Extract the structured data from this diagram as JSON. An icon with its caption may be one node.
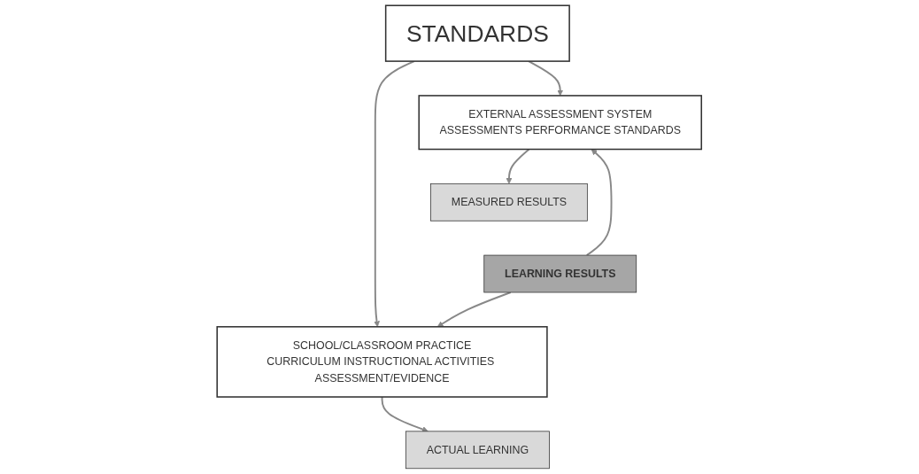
{
  "diagram": {
    "nodes": [
      {
        "text": [
          "STANDARDS"
        ]
      },
      {
        "text": [
          "EXTERNAL ASSESSMENT SYSTEM",
          "ASSESSMENTS PERFORMANCE STANDARDS"
        ]
      },
      {
        "text": [
          "SCHOOL/CLASSROOM PRACTICE",
          "CURRICULUM INSTRUCTIONAL ACTIVITIES ASSESSMENT/EVIDENCE"
        ]
      },
      {
        "text": [
          "MEASURED RESULTS"
        ]
      },
      {
        "text": [
          "LEARNING RESULTS"
        ]
      },
      {
        "text": [
          "ACTUAL LEARNING"
        ]
      }
    ],
    "edges": [
      {
        "from": 0,
        "to": 1,
        "arrow": "to"
      },
      {
        "from": 0,
        "to": 2,
        "arrow": "to"
      },
      {
        "from": 1,
        "to": 3,
        "arrow": "to"
      },
      {
        "from": 2,
        "to": 5,
        "arrow": "to"
      },
      {
        "from": 4,
        "to": 1,
        "arrow": "to"
      },
      {
        "from": 4,
        "to": 2,
        "arrow": "to"
      }
    ]
  }
}
